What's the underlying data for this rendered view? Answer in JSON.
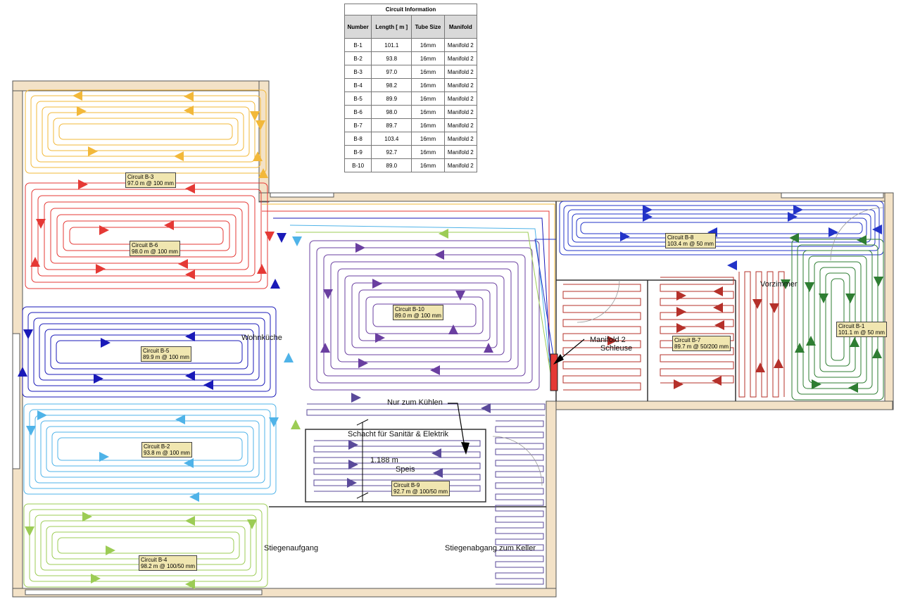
{
  "table": {
    "title": "Circuit Information",
    "headers": [
      "Number",
      "Length [ m ]",
      "Tube Size",
      "Manifold"
    ],
    "rows": [
      [
        "B-1",
        "101.1",
        "16mm",
        "Manifold 2"
      ],
      [
        "B-2",
        "93.8",
        "16mm",
        "Manifold 2"
      ],
      [
        "B-3",
        "97.0",
        "16mm",
        "Manifold 2"
      ],
      [
        "B-4",
        "98.2",
        "16mm",
        "Manifold 2"
      ],
      [
        "B-5",
        "89.9",
        "16mm",
        "Manifold 2"
      ],
      [
        "B-6",
        "98.0",
        "16mm",
        "Manifold 2"
      ],
      [
        "B-7",
        "89.7",
        "16mm",
        "Manifold 2"
      ],
      [
        "B-8",
        "103.4",
        "16mm",
        "Manifold 2"
      ],
      [
        "B-9",
        "92.7",
        "16mm",
        "Manifold 2"
      ],
      [
        "B-10",
        "89.0",
        "16mm",
        "Manifold 2"
      ]
    ]
  },
  "labels": [
    {
      "id": "b3",
      "name": "Circuit B-3",
      "spec": "97.0 m @ 100 mm"
    },
    {
      "id": "b6",
      "name": "Circuit B-6",
      "spec": "98.0 m @ 100 mm"
    },
    {
      "id": "b5",
      "name": "Circuit B-5",
      "spec": "89.9 m @ 100 mm"
    },
    {
      "id": "b2",
      "name": "Circuit B-2",
      "spec": "93.8 m @ 100 mm"
    },
    {
      "id": "b4",
      "name": "Circuit B-4",
      "spec": "98.2 m @ 100/50 mm"
    },
    {
      "id": "b10",
      "name": "Circuit B-10",
      "spec": "89.0 m @ 100 mm"
    },
    {
      "id": "b9",
      "name": "Circuit B-9",
      "spec": "92.7 m @ 100/50 mm"
    },
    {
      "id": "b8",
      "name": "Circuit B-8",
      "spec": "103.4 m @ 50 mm"
    },
    {
      "id": "b7",
      "name": "Circuit B-7",
      "spec": "89.7 m @ 50/200 mm"
    },
    {
      "id": "b1",
      "name": "Circuit B-1",
      "spec": "101.1 m @ 50 mm"
    }
  ],
  "rooms": {
    "wohnkueche": "Wohnküche",
    "manifold": "Manifold 2",
    "schleuse": "Schleuse",
    "vorzimmer": "Vorzimmer",
    "kuehlen": "Nur zum Kühlen",
    "schacht": "Schacht für Sanitär & Elektrik",
    "dimension": "1.188 m",
    "speis": "Speis",
    "stiegenaufgang": "Stiegenaufgang",
    "stiegenabgang": "Stiegenabgang zum Keller"
  },
  "colors": {
    "wall": "#f3e2c7",
    "b1": "#2e7d32",
    "b2": "#4fb3e8",
    "b3": "#f2b83a",
    "b4": "#9ccc55",
    "b5": "#1a1ab8",
    "b6": "#e53935",
    "b7": "#b5302a",
    "b8": "#2233c8",
    "b9": "#5a4a9a",
    "b10": "#6a3fa0",
    "manifold": "#e53935"
  }
}
